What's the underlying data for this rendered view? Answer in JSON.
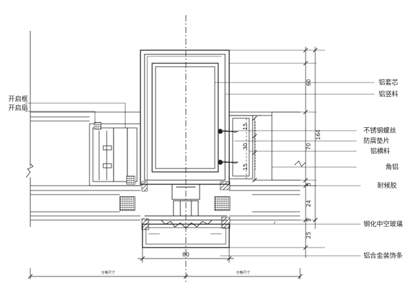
{
  "labels_left": {
    "sash_frame": "开启框",
    "sash": "开启扇"
  },
  "labels_right": {
    "aluminum_sleeve": "铝套芯",
    "aluminum_mullion": "铝竖料",
    "stainless_screw": "不锈钢螺丝",
    "anticorrosion_pad": "防腐垫片",
    "aluminum_transom": "铝横料",
    "corner_aluminum": "角铝",
    "weather_sealant": "耐候胶",
    "tempered_insulated_glass": "钢化中空玻璃",
    "aluminum_trim_strip": "铝合金装饰条"
  },
  "dimensions": {
    "d60": "60",
    "d164": "164",
    "d15a": "15",
    "d30": "30",
    "d70": "70",
    "d15b": "15",
    "d5a": "5",
    "d24": "24",
    "d5b": "5",
    "d25": "25",
    "width80": "80",
    "grid_left": "分格尺寸",
    "grid_right": "分格尺寸"
  },
  "colors": {
    "line": "#222222",
    "background": "#ffffff"
  }
}
